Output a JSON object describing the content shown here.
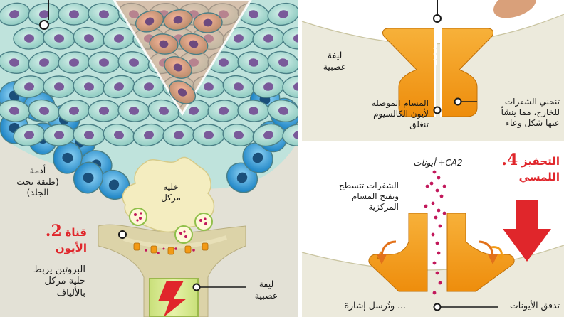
{
  "left_panel": {
    "dermis_label_lines": [
      "أدمة",
      "(طبقة تحت",
      "الجلد)"
    ],
    "merkel_label_lines": [
      "خلية",
      "مركل"
    ],
    "step2_number": "2.",
    "step2_title_lines": [
      "قناة",
      "الأيون"
    ],
    "step2_desc_lines": [
      "البروتين يربط",
      "خلية مركل",
      "بالألياف"
    ],
    "fiber_label_lines": [
      "ليفة",
      "عصبية"
    ]
  },
  "right_panel": {
    "fiber_label_lines": [
      "ليفة",
      "عصبية"
    ],
    "flaps_bend_lines": [
      "تنحني الشفرات",
      "للخارج، مما ينشأ",
      "عنها شكل وعاء"
    ],
    "calcium_pores_lines": [
      "المسام الموصلة",
      "لأيون الكالسيوم",
      "تنغلق"
    ],
    "ions_label": "أيونات +CA2",
    "step4_number": "4.",
    "step4_title_lines": [
      "التحفيز",
      "اللمسي"
    ],
    "flatten_lines": [
      "الشفرات تتسطح",
      "وتفتح المسام",
      "المركزية"
    ],
    "ion_flow_label": "تدفق الأيونات",
    "send_signal_label": "... وتُرسل إشارة"
  },
  "colors": {
    "background_left": "#e3e1d6",
    "background_right": "#eceadc",
    "tissue_beige": "#dcd3a8",
    "cell_teal": "#a9d9d2",
    "cell_blue": "#2b9bd6",
    "cell_pink": "#e79a7e",
    "merkel_cream": "#f4edc0",
    "channel_orange": "#f29a16",
    "accent_red": "#e0262b"
  }
}
